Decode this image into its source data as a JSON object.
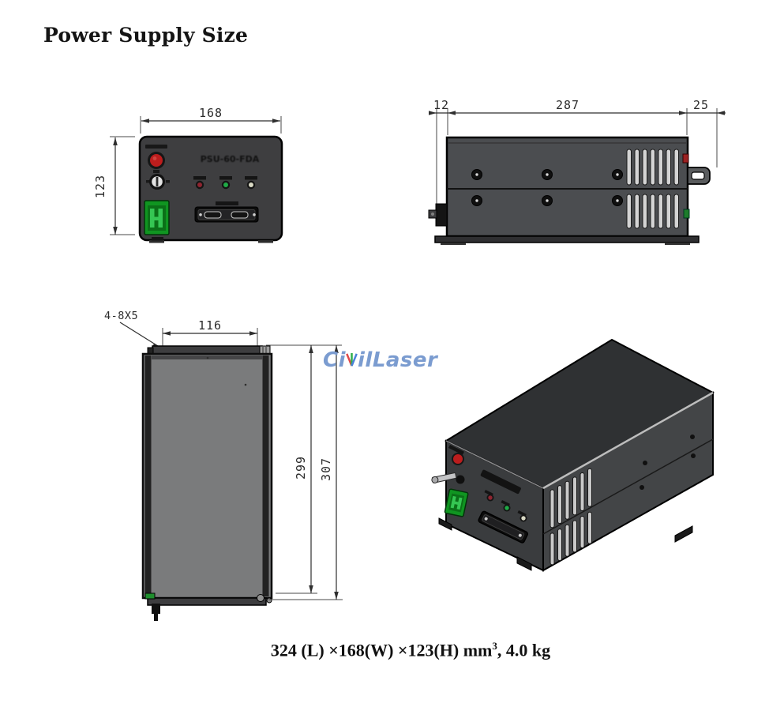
{
  "page": {
    "title": "Power Supply Size"
  },
  "caption": {
    "main": "324 (L) ×168(W) ×123(H) mm",
    "exponent": "3",
    "tail": ", 4.0 kg"
  },
  "logo": {
    "part1": "Ci",
    "accent_letter": "v",
    "part2": "ilLaser"
  },
  "front_view": {
    "width_dim": "168",
    "height_dim": "123",
    "panel_label": "PSU-60-FDA"
  },
  "side_view": {
    "front_offset_dim": "12",
    "length_dim": "287",
    "bracket_dim": "25"
  },
  "top_view": {
    "slot_note": "4-8X5",
    "width_dim": "116",
    "body_length_dim": "299",
    "overall_length_dim": "307"
  },
  "colors": {
    "accent_red": "#bc1d1d",
    "accent_green": "#109521",
    "logo_blue": "#7b9cd0",
    "panel_dark": "#3e3e40",
    "drawing_line": "#2f2f2f"
  }
}
